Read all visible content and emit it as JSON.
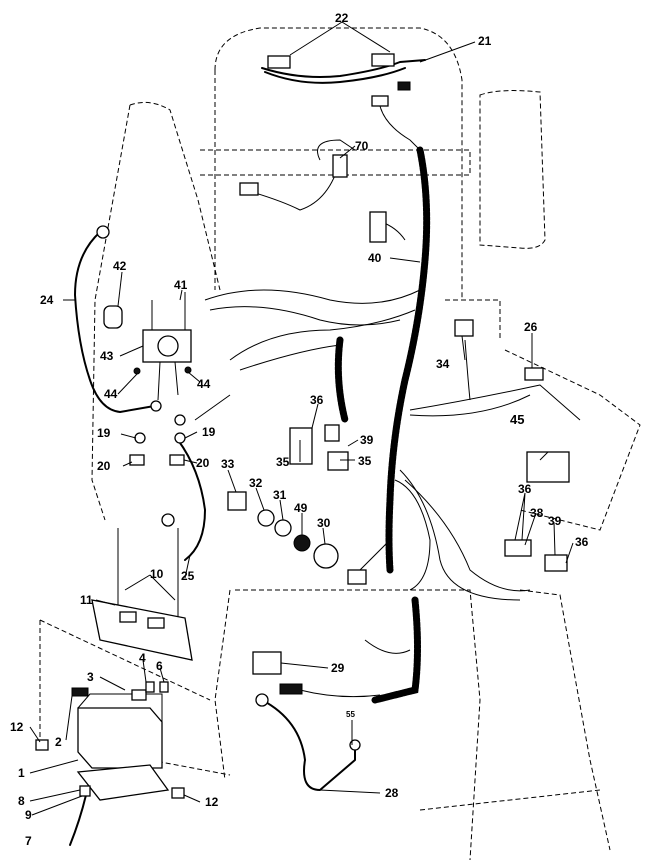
{
  "callouts": {
    "c1": "1",
    "c2": "2",
    "c3": "3",
    "c4": "4",
    "c6": "6",
    "c7": "7",
    "c8": "8",
    "c9": "9",
    "c10": "10",
    "c11": "11",
    "c12a": "12",
    "c12b": "12",
    "c19a": "19",
    "c19b": "19",
    "c20a": "20",
    "c20b": "20",
    "c21": "21",
    "c22": "22",
    "c24": "24",
    "c25": "25",
    "c26": "26",
    "c28": "28",
    "c29": "29",
    "c30": "30",
    "c31": "31",
    "c32": "32",
    "c33": "33",
    "c34": "34",
    "c35a": "35",
    "c35b": "35",
    "c36a": "36",
    "c36b": "36",
    "c36c": "36",
    "c38": "38",
    "c39a": "39",
    "c39b": "39",
    "c40": "40",
    "c41": "41",
    "c42": "42",
    "c43": "43",
    "c44a": "44",
    "c44b": "44",
    "c45": "45",
    "c49": "49",
    "c70": "70",
    "c55": "55"
  }
}
